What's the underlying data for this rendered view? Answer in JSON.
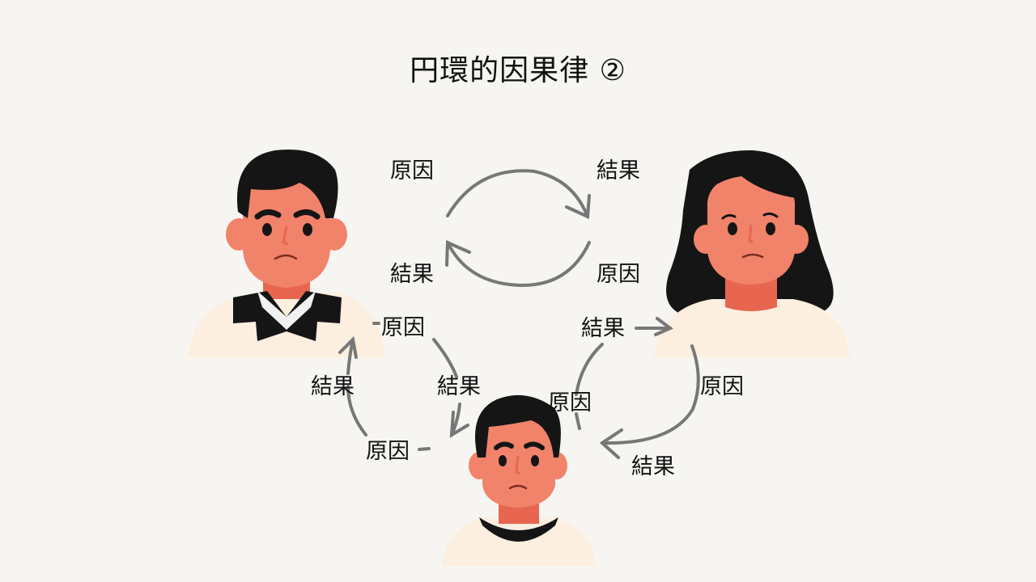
{
  "title": "円環的因果律 ②",
  "colors": {
    "background": "#f6f5f1",
    "arrow": "#777777",
    "skin": "#f2836b",
    "skin_shadow": "#e8664f",
    "hair": "#111111",
    "shirt": "#fcefe0",
    "collar": "#f1f1f1"
  },
  "people": [
    {
      "id": "man-top-left",
      "description": "man with bow collar, worried expression"
    },
    {
      "id": "woman-top-right",
      "description": "woman with long wavy hair, worried expression"
    },
    {
      "id": "boy-bottom-center",
      "description": "young man with black crew neck, worried expression"
    }
  ],
  "labels": {
    "top_loop": {
      "cause_left": "原因",
      "effect_right": "結果",
      "effect_left": "結果",
      "cause_right": "原因"
    },
    "left_loop": {
      "cause_top": "原因",
      "effect_left": "結果",
      "effect_right": "結果",
      "cause_bottom": "原因"
    },
    "right_loop": {
      "effect_top": "結果",
      "cause_left": "原因",
      "cause_right": "原因",
      "effect_bottom": "結果"
    }
  }
}
